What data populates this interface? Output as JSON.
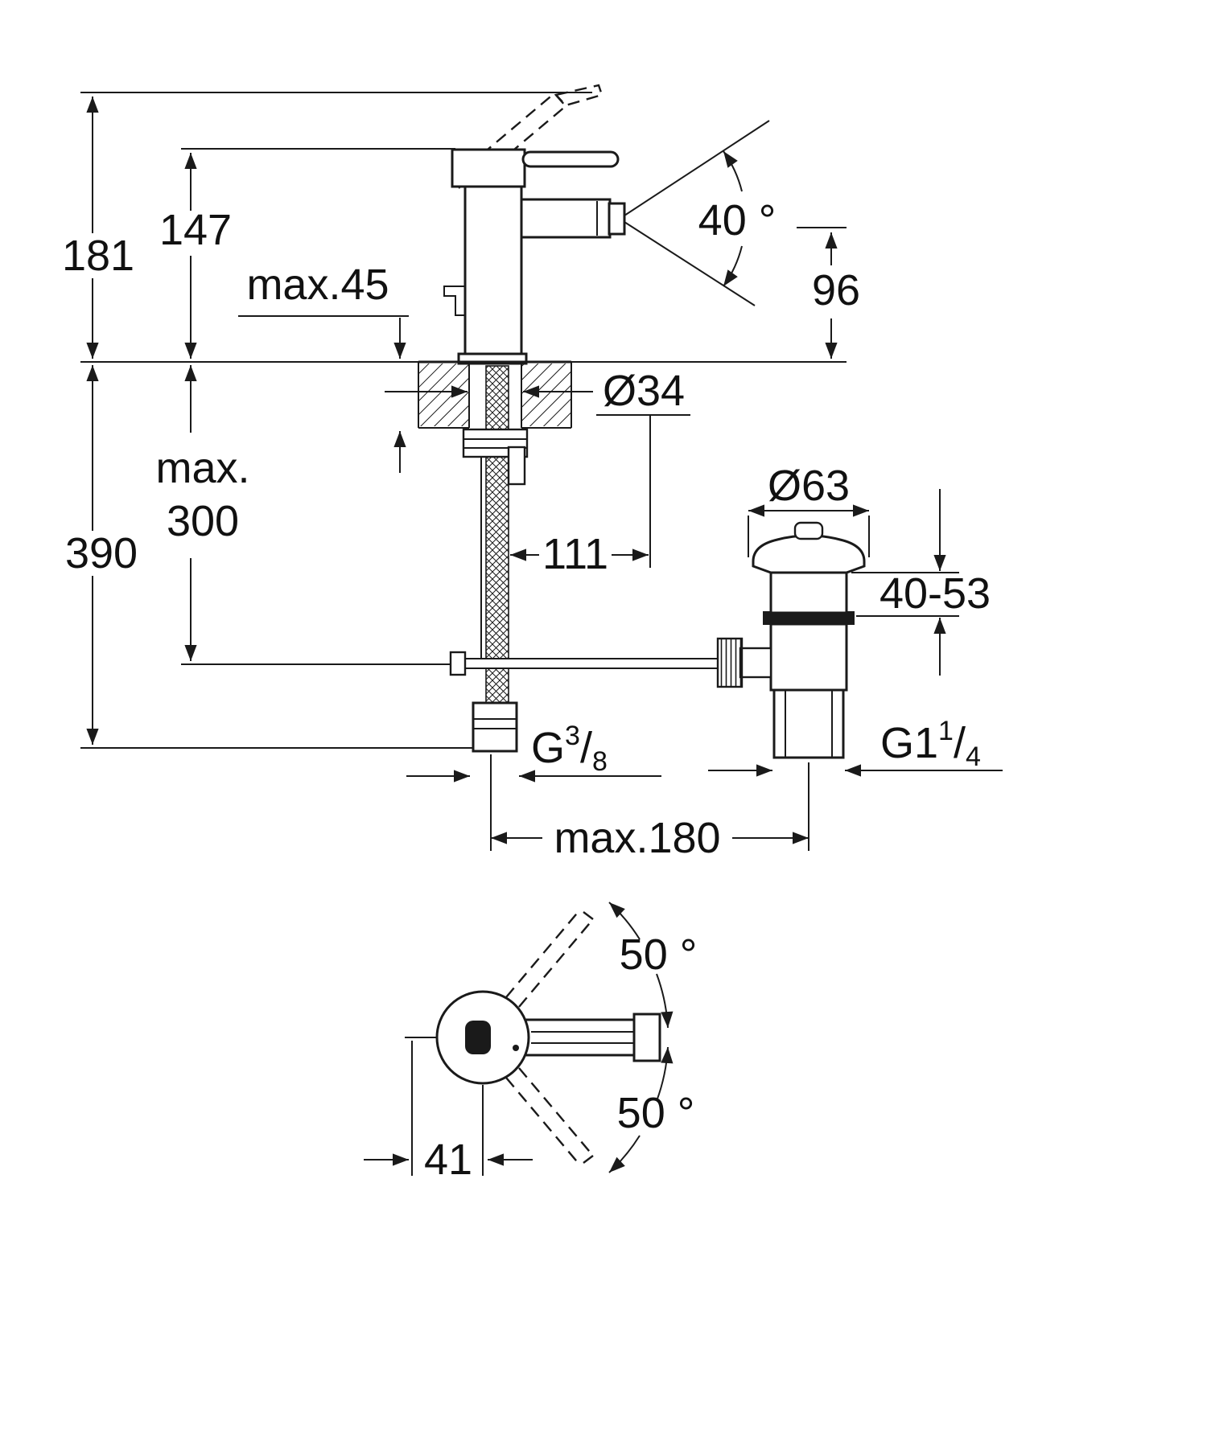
{
  "page": {
    "background": "#ffffff",
    "line_color": "#1a1a1a"
  },
  "dimensions": {
    "total_height": "181",
    "body_height": "147",
    "deck_thickness_max": "max.45",
    "spray_angle": "40 °",
    "spout_height": "96",
    "hole_diameter": "Ø34",
    "hose_depth_max_word": "max.",
    "hose_depth_max_value": "300",
    "overall_depth": "390",
    "center_distance": "111",
    "waste_flange_diameter": "Ø63",
    "waste_clamping_range": "40-53",
    "rod_reach_max": "max.180",
    "lever_swing_up": "50 °",
    "lever_swing_down": "50 °",
    "lever_offset": "41"
  },
  "threads": {
    "supply": {
      "prefix": "G",
      "numerator": "3",
      "slash": "/",
      "denominator": "8"
    },
    "waste": {
      "prefix": "G1",
      "numerator": "1",
      "slash": "/",
      "denominator": "4"
    }
  }
}
